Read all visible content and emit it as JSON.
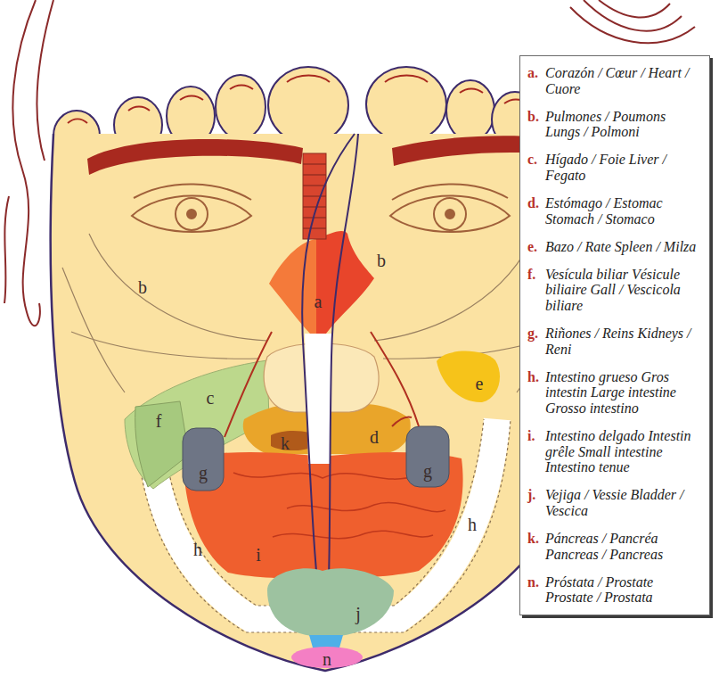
{
  "diagram": {
    "nodes": [
      {
        "text": [
          "a.",
          "Corazón / Cœur / Heart / Cuore",
          "b.",
          "Pulmones / Poumons Lungs / Polmoni",
          "c.",
          "Hígado / Foie Liver / Fegato",
          "d.",
          "Estómago / Estomac Stomach / Stomaco",
          "e.",
          "Bazo / Rate Spleen / Milza",
          "f.",
          "Vesícula biliar Vésicule biliaire Gall / Vescicola biliare",
          "g.",
          "Riñones / Reins Kidneys / Reni",
          "h.",
          "Intestino grueso Gros intestin Large intestine Grosso intestino",
          "i.",
          "Intestino delgado Intestin grêle Small intestine Intestino tenue",
          "j.",
          "Vejiga / Vessie Bladder / Vescica",
          "k.",
          "Páncreas / Pancréa Pancreas / Pancreas",
          "n.",
          "Próstata / Prostate Prostate / Prostata"
        ]
      }
    ],
    "labels": [
      "b",
      "b",
      "a",
      "e",
      "c",
      "f",
      "d",
      "k",
      "g",
      "g",
      "h",
      "h",
      "i",
      "j",
      "n"
    ]
  }
}
